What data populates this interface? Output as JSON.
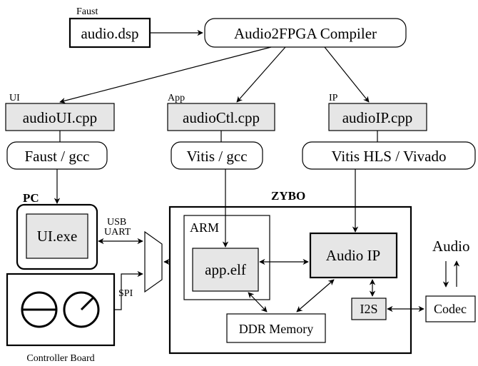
{
  "labels": {
    "faust_tag": "Faust",
    "ui_tag": "UI",
    "app_tag": "App",
    "ip_tag": "IP",
    "pc_tag": "PC",
    "zybo_tag": "ZYBO",
    "arm_tag": "ARM",
    "usb_uart_line1": "USB",
    "usb_uart_line2": "UART",
    "spi": "SPI",
    "audio": "Audio",
    "controller_board": "Controller Board"
  },
  "boxes": {
    "audio_dsp": "audio.dsp",
    "compiler": "Audio2FPGA Compiler",
    "audio_ui_cpp": "audioUI.cpp",
    "audio_ctl_cpp": "audioCtl.cpp",
    "audio_ip_cpp": "audioIP.cpp",
    "faust_gcc": "Faust / gcc",
    "vitis_gcc": "Vitis / gcc",
    "vitis_hls_vivado": "Vitis HLS / Vivado",
    "ui_exe": "UI.exe",
    "app_elf": "app.elf",
    "audio_ip": "Audio IP",
    "i2s": "I2S",
    "codec": "Codec",
    "ddr_memory": "DDR Memory"
  }
}
